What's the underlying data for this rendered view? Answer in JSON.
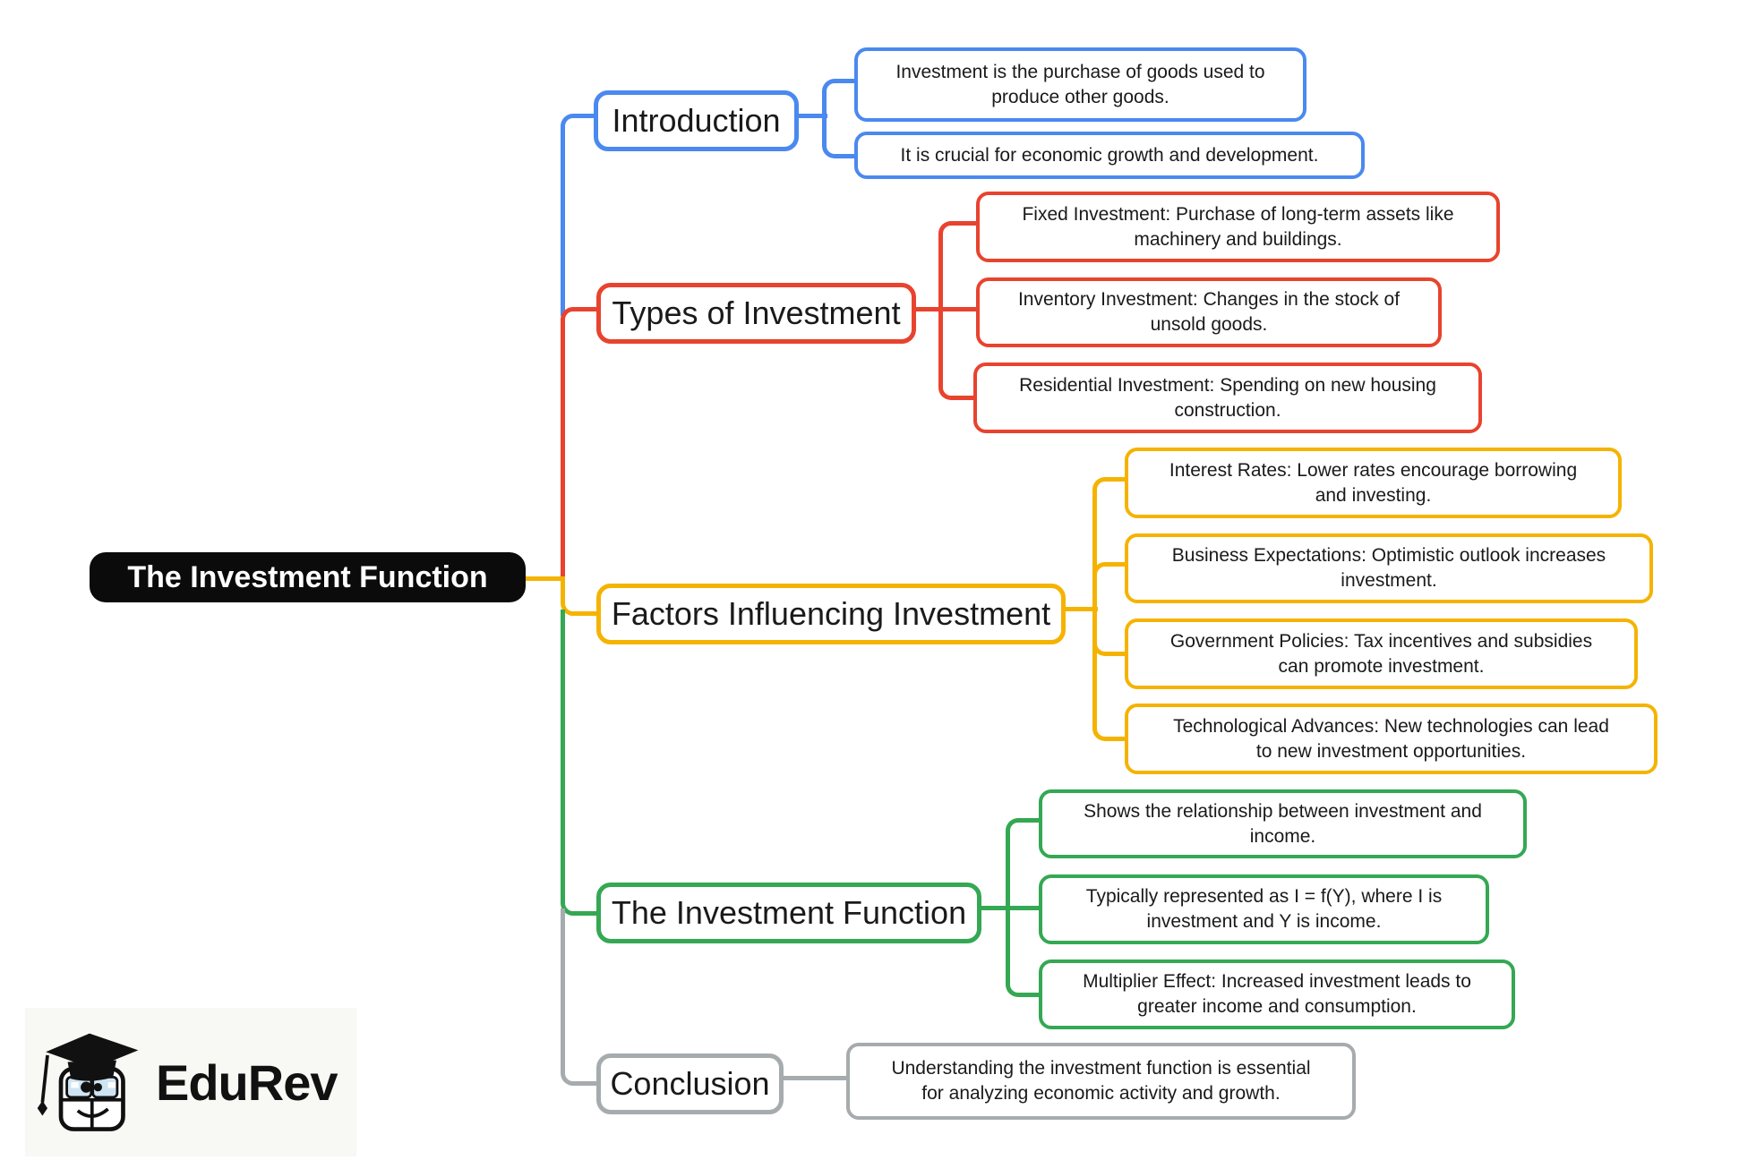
{
  "root": {
    "label": "The Investment Function"
  },
  "branches": [
    {
      "label": "Introduction",
      "color": "#4a89ef",
      "children": [
        "Investment is the purchase of goods used to\nproduce other goods.",
        "It is crucial for economic growth and development."
      ]
    },
    {
      "label": "Types of Investment",
      "color": "#e8432e",
      "children": [
        "Fixed Investment: Purchase of long-term assets like\nmachinery and buildings.",
        "Inventory Investment: Changes in the stock of\nunsold goods.",
        "Residential Investment: Spending on new housing\nconstruction."
      ]
    },
    {
      "label": "Factors Influencing Investment",
      "color": "#f5b301",
      "children": [
        "Interest Rates: Lower rates encourage borrowing\nand investing.",
        "Business Expectations: Optimistic outlook increases\ninvestment.",
        "Government Policies: Tax incentives and subsidies\ncan promote investment.",
        "Technological Advances: New technologies can lead\nto new investment opportunities."
      ]
    },
    {
      "label": "The Investment Function",
      "color": "#34a853",
      "children": [
        "Shows the relationship between investment and\nincome.",
        "Typically represented as I = f(Y), where I is\ninvestment and Y is income.",
        "Multiplier Effect: Increased investment leads to\ngreater income and consumption."
      ]
    },
    {
      "label": "Conclusion",
      "color": "#a6abae",
      "children": [
        "Understanding the investment function is essential\nfor analyzing economic activity and growth."
      ]
    }
  ],
  "colors": {
    "root_bg": "#0b0b0b",
    "root_text": "#ffffff",
    "blue": "#4a89ef",
    "red": "#e8432e",
    "yellow": "#f5b301",
    "green": "#34a853",
    "gray": "#a6abae"
  },
  "logo": {
    "brand": "EduRev"
  }
}
